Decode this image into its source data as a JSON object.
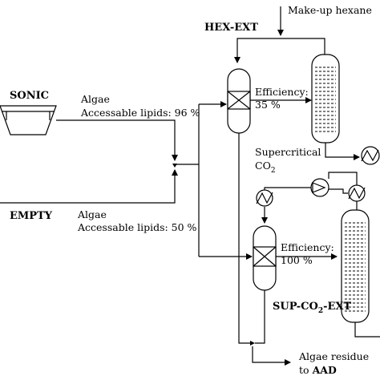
{
  "units": {
    "sonic": {
      "name": "SONIC",
      "stream_name": "Algae",
      "lipids_text": "Accessable lipids: 96 %"
    },
    "empty": {
      "name": "EMPTY",
      "stream_name": "Algae",
      "lipids_text": "Accessable lipids: 50 %"
    },
    "hex_ext": {
      "name": "HEX-EXT",
      "efficiency_label": "Efficiency:",
      "efficiency_value": "35 %"
    },
    "sup_co2_ext": {
      "name_prefix": "SUP-CO",
      "name_sub": "2",
      "name_suffix": "-EXT",
      "efficiency_label": "Efficiency:",
      "efficiency_value": "100 %"
    }
  },
  "streams": {
    "makeup_hexane": "Make-up hexane",
    "supercritical_line1": "Supercritical",
    "co2_main": "CO",
    "co2_sub": "2",
    "residue_line1": "Algae residue",
    "residue_line2_prefix": "to",
    "residue_line2_target": "AAD"
  }
}
